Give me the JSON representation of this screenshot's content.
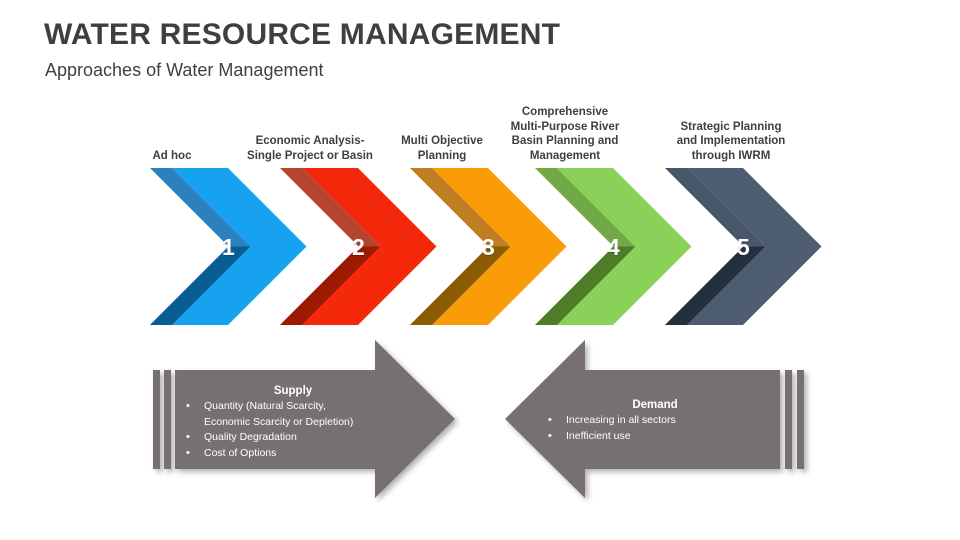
{
  "header": {
    "title": "WATER RESOURCE MANAGEMENT",
    "subtitle": "Approaches of Water Management"
  },
  "steps": [
    {
      "number": "1",
      "label": "Ad hoc",
      "color_main": "#17a2ef",
      "color_top": "#2b80bd",
      "color_bottom": "#0a5c94"
    },
    {
      "number": "2",
      "label": "Economic Analysis-\nSingle Project or Basin",
      "color_main": "#f4280a",
      "color_top": "#b5442e",
      "color_bottom": "#9d1a02"
    },
    {
      "number": "3",
      "label": "Multi Objective\nPlanning",
      "color_main": "#f99c08",
      "color_top": "#c07d22",
      "color_bottom": "#8a5c04"
    },
    {
      "number": "4",
      "label": "Comprehensive\nMulti-Purpose River\nBasin Planning and\nManagement",
      "color_main": "#8ad159",
      "color_top": "#71a947",
      "color_bottom": "#4f7c28"
    },
    {
      "number": "5",
      "label": "Strategic Planning\nand Implementation\nthrough IWRM",
      "color_main": "#4d5c70",
      "color_top": "#48566a",
      "color_bottom": "#262f3d"
    }
  ],
  "flow": {
    "arrow_color": "#767170",
    "supply": {
      "title": "Supply",
      "bullets": [
        "Quantity (Natural Scarcity,",
        "Economic Scarcity or Depletion)",
        "Quality Degradation",
        "Cost of Options"
      ],
      "bullet_marker": "•"
    },
    "demand": {
      "title": "Demand",
      "bullets": [
        "Increasing  in all sectors",
        "Inefficient use"
      ],
      "bullet_marker": "•"
    }
  }
}
